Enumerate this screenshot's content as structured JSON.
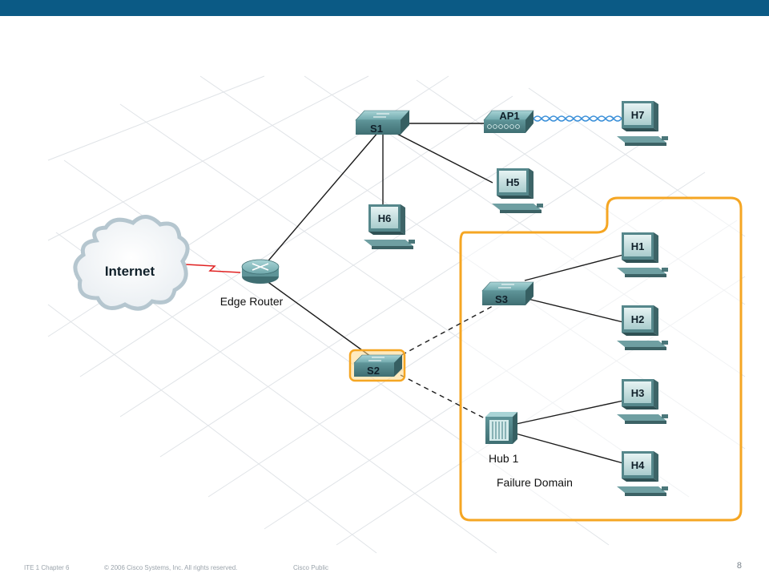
{
  "nodes": {
    "internet": "Internet",
    "edge_router": "Edge Router",
    "s1": "S1",
    "s2": "S2",
    "s3": "S3",
    "ap1": "AP1",
    "h1": "H1",
    "h2": "H2",
    "h3": "H3",
    "h4": "H4",
    "h5": "H5",
    "h6": "H6",
    "h7": "H7",
    "hub1": "Hub 1"
  },
  "failure_domain_label": "Failure Domain",
  "footer": {
    "course": "ITE 1 Chapter 6",
    "copyright": "© 2006 Cisco Systems, Inc. All rights reserved.",
    "classification": "Cisco Public",
    "page": "8"
  },
  "colors": {
    "header": "#0b5a85",
    "failure_domain_border": "#f5a623",
    "device": "#5f9a9f",
    "wan_link": "#e02020",
    "wireless_link": "#3a8fd8"
  }
}
